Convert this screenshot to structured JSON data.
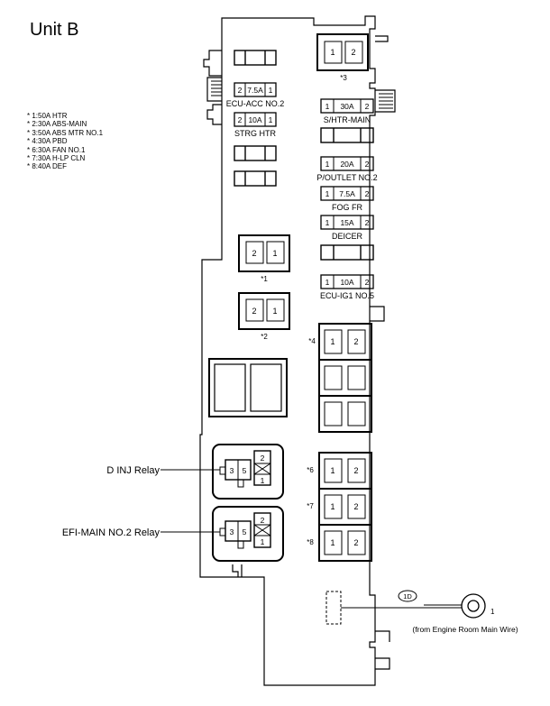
{
  "title": "Unit B",
  "notes": [
    "* 1:50A HTR",
    "* 2:30A ABS-MAIN",
    "* 3:50A ABS MTR NO.1",
    "* 4:30A PBD",
    "* 6:30A FAN NO.1",
    "* 7:30A H-LP CLN",
    "* 8:40A DEF"
  ],
  "fuses": [
    {
      "id": "ecu-acc-no2",
      "left": "2",
      "rating": "7.5A",
      "right": "1",
      "label": "ECU-ACC NO.2"
    },
    {
      "id": "strg-htr",
      "left": "2",
      "rating": "10A",
      "right": "1",
      "label": "STRG HTR"
    },
    {
      "id": "s-htr-main",
      "left": "1",
      "rating": "30A",
      "right": "2",
      "label": "S/HTR-MAIN"
    },
    {
      "id": "p-outlet-no2",
      "left": "1",
      "rating": "20A",
      "right": "2",
      "label": "P/OUTLET NO.2"
    },
    {
      "id": "fog-fr",
      "left": "1",
      "rating": "7.5A",
      "right": "2",
      "label": "FOG FR"
    },
    {
      "id": "deicer",
      "left": "1",
      "rating": "15A",
      "right": "2",
      "label": "DEICER"
    },
    {
      "id": "ecu-ig1-no5",
      "left": "1",
      "rating": "10A",
      "right": "2",
      "label": "ECU-IG1 NO.5"
    }
  ],
  "fusible_links": [
    {
      "id": "star3",
      "pin_a": "1",
      "pin_b": "2",
      "ref": "*3"
    },
    {
      "id": "star1",
      "pin_a": "2",
      "pin_b": "1",
      "ref": "*1"
    },
    {
      "id": "star2",
      "pin_a": "2",
      "pin_b": "1",
      "ref": "*2"
    },
    {
      "id": "star4",
      "pin_a": "1",
      "pin_b": "2",
      "ref": "*4"
    },
    {
      "id": "star6",
      "pin_a": "1",
      "pin_b": "2",
      "ref": "*6"
    },
    {
      "id": "star7",
      "pin_a": "1",
      "pin_b": "2",
      "ref": "*7"
    },
    {
      "id": "star8",
      "pin_a": "1",
      "pin_b": "2",
      "ref": "*8"
    }
  ],
  "relays": [
    {
      "id": "d-inj",
      "label": "D INJ Relay",
      "pins": [
        "3",
        "5",
        "2",
        "1"
      ]
    },
    {
      "id": "efi-main-no2",
      "label": "EFI-MAIN NO.2 Relay",
      "pins": [
        "3",
        "5",
        "2",
        "1"
      ]
    }
  ],
  "ground": {
    "code": "1D",
    "pin": "1",
    "caption": "(from Engine Room Main Wire)"
  }
}
